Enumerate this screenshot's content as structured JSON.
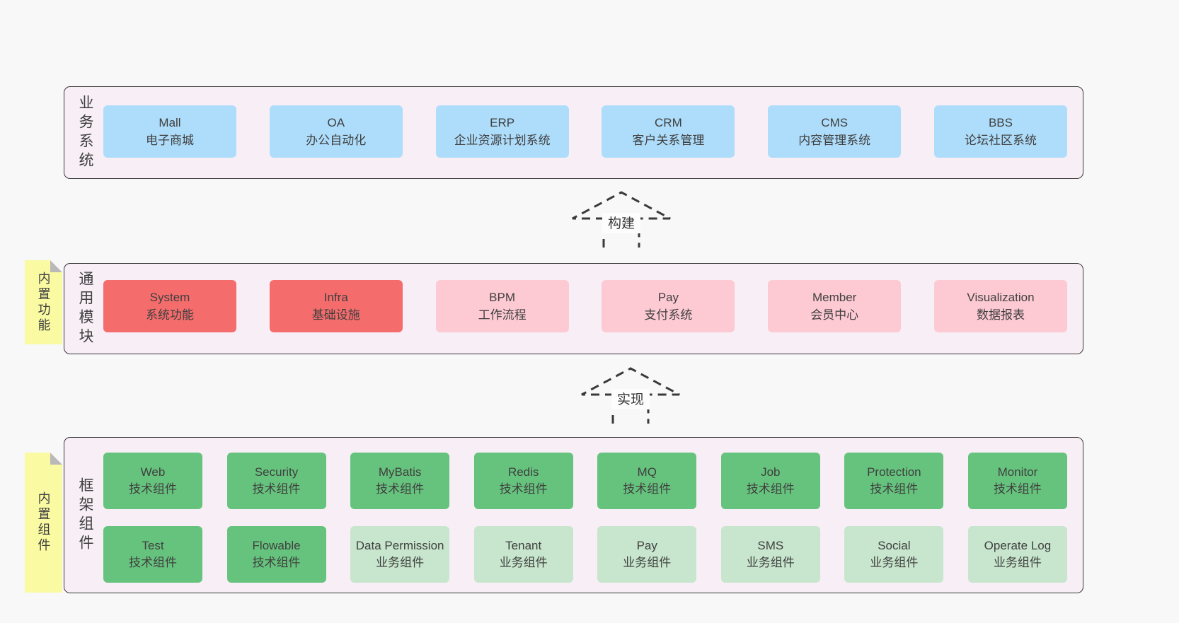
{
  "diagram": {
    "layers": [
      {
        "label": "业务系统",
        "boxes": [
          {
            "name": "Mall",
            "desc": "电子商城"
          },
          {
            "name": "OA",
            "desc": "办公自动化"
          },
          {
            "name": "ERP",
            "desc": "企业资源计划系统"
          },
          {
            "name": "CRM",
            "desc": "客户关系管理"
          },
          {
            "name": "CMS",
            "desc": "内容管理系统"
          },
          {
            "name": "BBS",
            "desc": "论坛社区系统"
          }
        ]
      },
      {
        "label": "通用模块",
        "tag": "内置功能",
        "boxes": [
          {
            "name": "System",
            "desc": "系统功能"
          },
          {
            "name": "Infra",
            "desc": "基础设施"
          },
          {
            "name": "BPM",
            "desc": "工作流程"
          },
          {
            "name": "Pay",
            "desc": "支付系统"
          },
          {
            "name": "Member",
            "desc": "会员中心"
          },
          {
            "name": "Visualization",
            "desc": "数据报表"
          }
        ]
      },
      {
        "label": "框架组件",
        "tag": "内置组件",
        "rows": [
          [
            {
              "name": "Web",
              "desc": "技术组件"
            },
            {
              "name": "Security",
              "desc": "技术组件"
            },
            {
              "name": "MyBatis",
              "desc": "技术组件"
            },
            {
              "name": "Redis",
              "desc": "技术组件"
            },
            {
              "name": "MQ",
              "desc": "技术组件"
            },
            {
              "name": "Job",
              "desc": "技术组件"
            },
            {
              "name": "Protection",
              "desc": "技术组件"
            },
            {
              "name": "Monitor",
              "desc": "技术组件"
            }
          ],
          [
            {
              "name": "Test",
              "desc": "技术组件"
            },
            {
              "name": "Flowable",
              "desc": "技术组件"
            },
            {
              "name": "Data Permission",
              "desc": "业务组件"
            },
            {
              "name": "Tenant",
              "desc": "业务组件"
            },
            {
              "name": "Pay",
              "desc": "业务组件"
            },
            {
              "name": "SMS",
              "desc": "业务组件"
            },
            {
              "name": "Social",
              "desc": "业务组件"
            },
            {
              "name": "Operate Log",
              "desc": "业务组件"
            }
          ]
        ]
      }
    ],
    "arrows": [
      {
        "label": "构建"
      },
      {
        "label": "实现"
      }
    ],
    "colors": {
      "page_bg": "#f8f8f8",
      "panel_bg": "#f7eef6",
      "panel_border": "#3a3a3a",
      "blue_box": "#aeddfb",
      "red_box": "#f56c6c",
      "pink_box": "#fdcad3",
      "green_dark_box": "#66c37d",
      "green_light_box": "#c7e6cd",
      "tag_bg": "#fafaa3",
      "tag_fold": "#b9b9b9",
      "text": "#3f3f3f"
    }
  }
}
